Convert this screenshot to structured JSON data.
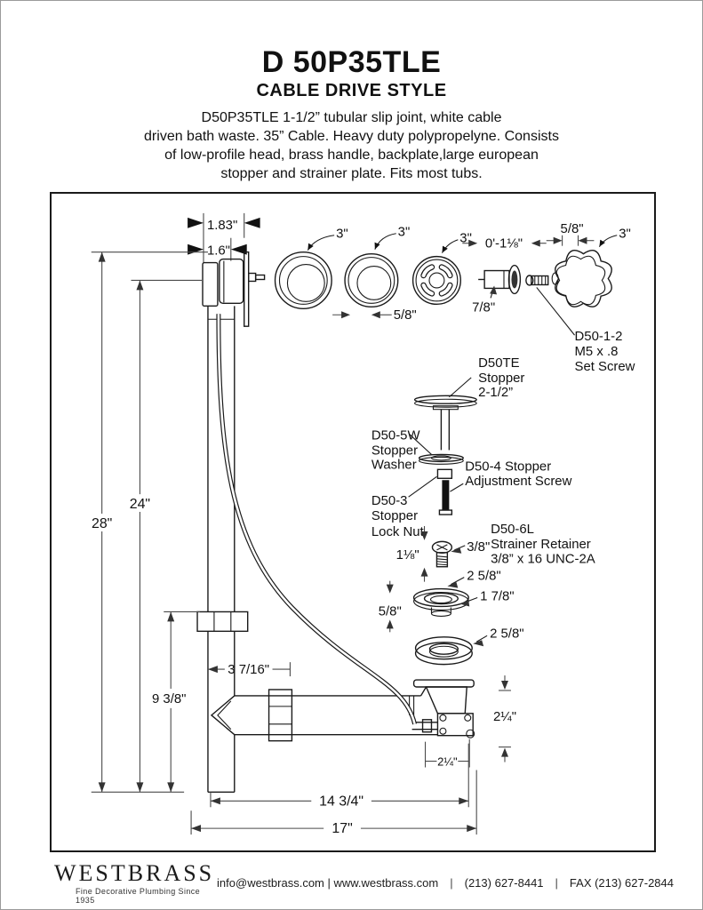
{
  "title": {
    "model": "D 50P35TLE",
    "subtitle": "CABLE DRIVE STYLE"
  },
  "description": {
    "lines": [
      "D50P35TLE  1-1/2” tubular slip joint, white cable",
      "driven bath waste. 35” Cable. Heavy duty polypropelyne. Consists",
      "of low-profile head, brass handle, backplate,large european",
      "stopper and strainer plate. Fits most tubs."
    ]
  },
  "diagram": {
    "dims": {
      "d183": "1.83\"",
      "d16": "1.6\"",
      "d3a": "3\"",
      "d3b": "3\"",
      "d3c": "3\"",
      "d3knob": "3\"",
      "d58_rings": "5/8\"",
      "d0_118": "0'-1⅛\"",
      "d78": "7/8\"",
      "d58_knob": "5/8\"",
      "d28": "28\"",
      "d24": "24\"",
      "d938": "9 3/8\"",
      "d3716": "3 7/16\"",
      "d118": "1⅛\"",
      "d38": "3/8\"",
      "d258a": "2 5/8\"",
      "d178": "1 7/8\"",
      "d58_flange": "5/8\"",
      "d258b": "2 5/8\"",
      "d214v": "2¼\"",
      "d214h": "2¼\"",
      "d1434": "14  3/4\"",
      "d17": "17\""
    },
    "labels": {
      "set_screw": [
        "D50-1-2",
        "M5 x .8",
        "Set Screw"
      ],
      "stopper": [
        "D50TE",
        "Stopper",
        "2-1/2”"
      ],
      "stopper_washer": [
        "D50-5W",
        "Stopper",
        "Washer"
      ],
      "adj_screw": [
        "D50-4 Stopper",
        "Adjustment Screw"
      ],
      "lock_nut": [
        "D50-3",
        "Stopper",
        "Lock Nut"
      ],
      "strainer_retainer": [
        "D50-6L",
        "Strainer Retainer",
        "3/8” x 16 UNC-2A"
      ]
    }
  },
  "footer": {
    "brand": "WESTBRASS",
    "tagline": "Fine Decorative Plumbing Since 1935",
    "separator": "|",
    "contact": [
      "info@westbrass.com | www.westbrass.com",
      "(213) 627-8441",
      "FAX (213) 627-2844"
    ]
  }
}
